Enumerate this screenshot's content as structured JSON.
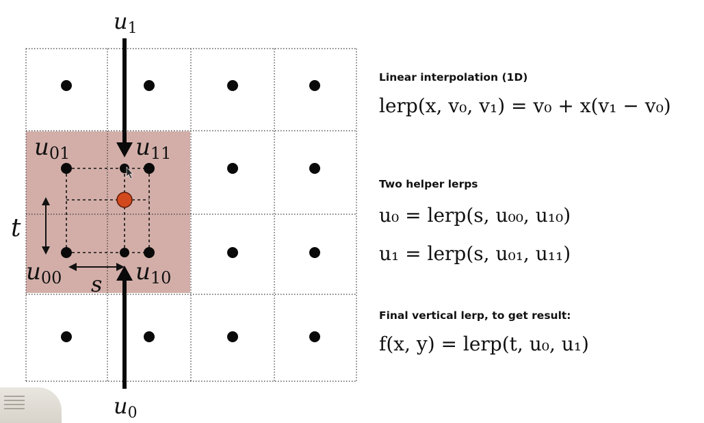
{
  "diagram": {
    "grid": {
      "rows": 4,
      "cols": 4,
      "highlight_color": "#d3aea8",
      "dot_color": "#0a0a0a",
      "sample_color": "#d2491e"
    },
    "labels": {
      "u1_top": "u1",
      "u0_bottom": "u0",
      "u01": "u01",
      "u11": "u11",
      "u00": "u00",
      "u10": "u10",
      "s": "s",
      "t": "t"
    }
  },
  "text": {
    "heading_1d": "Linear interpolation (1D)",
    "formula_1d": "lerp(x, v₀, v₁) = v₀ + x(v₁ − v₀)",
    "heading_helpers": "Two helper lerps",
    "formula_u0": "u₀ = lerp(s, u₀₀, u₁₀)",
    "formula_u1": "u₁ = lerp(s, u₀₁, u₁₁)",
    "heading_final": "Final vertical lerp, to get result:",
    "formula_final": "f(x, y) = lerp(t, u₀, u₁)"
  }
}
